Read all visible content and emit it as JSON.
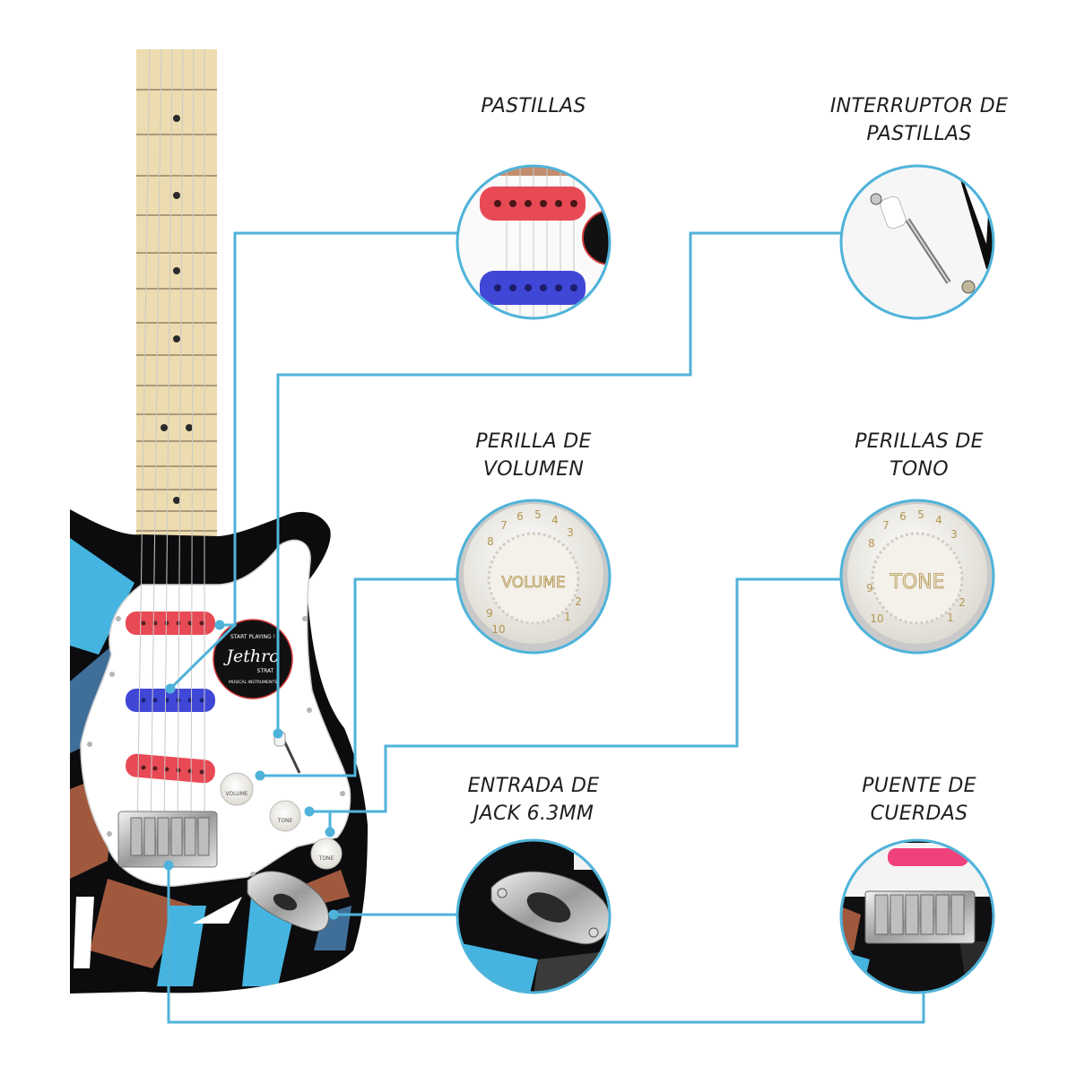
{
  "accent_color": "#4fb3d9",
  "guitar": {
    "body_color": "#0c0c0f",
    "pickguard_color": "#ffffff",
    "fretboard_color": "#eddcb0",
    "pickup_colors": [
      "#e84a55",
      "#4046d6",
      "#e84a55"
    ],
    "pattern_colors": [
      "#45b4e0",
      "#a1593e",
      "#3f6f98",
      "#ffffff"
    ],
    "sticker": {
      "line1": "START PLAYING !",
      "brand": "Jethro",
      "line3": "STRAT",
      "line4": "MUSICAL INSTRUMENTS"
    },
    "knob_labels": [
      "VOLUME",
      "TONE",
      "TONE"
    ]
  },
  "callouts": {
    "pastillas": {
      "line1": "PASTILLAS"
    },
    "interruptor": {
      "line1": "INTERRUPTOR DE",
      "line2": "PASTILLAS"
    },
    "volumen": {
      "line1": "PERILLA DE",
      "line2": "VOLUMEN",
      "knob_text": "VOLUME"
    },
    "tono": {
      "line1": "PERILLAS DE",
      "line2": "TONO",
      "knob_text": "TONE"
    },
    "jack": {
      "line1": "ENTRADA DE",
      "line2": "JACK 6.3MM"
    },
    "puente": {
      "line1": "PUENTE DE",
      "line2": "CUERDAS"
    }
  }
}
